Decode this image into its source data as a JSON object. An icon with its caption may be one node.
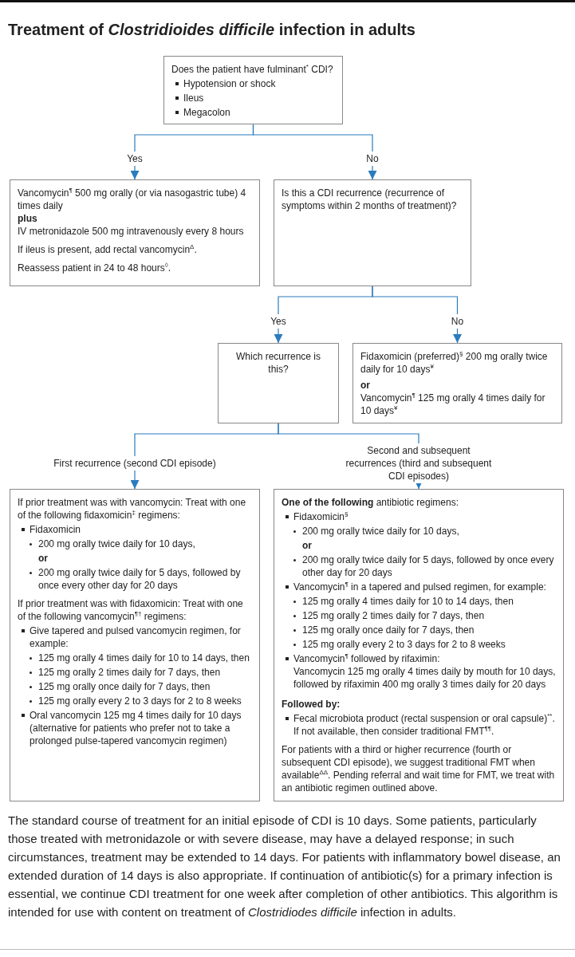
{
  "diagram": {
    "title": "Treatment of *Clostridioides difficile* infection in adults",
    "caption": "The standard course of treatment for an initial episode of CDI is 10 days. Some patients, particularly those treated with metronidazole or with severe disease, may have a delayed response; in such circumstances, treatment may be extended to 14 days. For patients with inflammatory bowel disease, an extended duration of 14 days is also appropriate. If continuation of antibiotic(s) for a primary infection is essential, we continue CDI treatment for one week after completion of other antibiotics. This algorithm is intended for use with content on treatment of *Clostridiodes difficile* infection in adults.",
    "nodes": [
      {
        "text": [
          "Does the patient have fulminant$^{*}$ CDI?",
          "Hypotension or shock",
          "Ileus",
          "Megacolon"
        ]
      },
      {
        "text": [
          "Vancomycin$^{¶}$ 500 mg orally (or via nasogastric tube) 4 times daily",
          "plus",
          "IV metronidazole 500 mg intravenously every 8 hours",
          "If ileus is present, add rectal vancomycin$^{Δ}$.",
          "Reassess patient in 24 to 48 hours$^{◊}$."
        ]
      },
      {
        "text": [
          "Is this a CDI recurrence (recurrence of symptoms within 2 months of treatment)?"
        ]
      },
      {
        "text": [
          "Which recurrence is this?"
        ]
      },
      {
        "text": [
          "Fidaxomicin (preferred)$^{§}$ 200 mg orally twice daily for 10 days$^{¥}$",
          "or",
          "Vancomycin$^{¶}$ 125 mg orally 4 times daily for 10 days$^{¥}$"
        ]
      },
      {
        "text": [
          "If prior treatment was with vancomycin: Treat with one of the following fidaxomicin$^{‡}$ regimens:",
          "Fidaxomicin",
          "200 mg orally twice daily for 10 days,",
          "or",
          "200 mg orally twice daily for 5 days, followed by once every other day for 20 days",
          "If prior treatment was with fidaxomicin: Treat with one of the following vancomycin$^{¶†}$ regimens:",
          "Give tapered and pulsed vancomycin regimen, for example:",
          "125 mg orally 4 times daily for 10 to 14 days, then",
          "125 mg orally 2 times daily for 7 days, then",
          "125 mg orally once daily for 7 days, then",
          "125 mg orally every 2 to 3 days for 2 to 8 weeks",
          "Oral vancomycin 125 mg 4 times daily for 10 days (alternative for patients who prefer not to take a prolonged pulse-tapered vancomycin regimen)"
        ]
      },
      {
        "text": [
          "**One of the following** antibiotic regimens:",
          "Fidaxomicin$^{§}$",
          "200 mg orally twice daily for 10 days,",
          "or",
          "200 mg orally twice daily for 5 days, followed by once every other day for 20 days",
          "Vancomycin$^{¶}$ in a tapered and pulsed regimen, for example:",
          "125 mg orally 4 times daily for 10 to 14 days, then",
          "125 mg orally 2 times daily for 7 days, then",
          "125 mg orally once daily for 7 days, then",
          "125 mg orally every 2 to 3 days for 2 to 8 weeks",
          "Vancomycin$^{¶}$ followed by rifaximin:",
          "Vancomycin 125 mg orally 4 times daily by mouth for 10 days, followed by rifaximin 400 mg orally 3 times daily for 20 days",
          "Followed by:",
          "Fecal microbiota product (rectal suspension or oral capsule)$^{**}$. If not available, then consider traditional FMT$^{¶¶}$.",
          "For patients with a third or higher recurrence (fourth or subsequent CDI episode), we suggest traditional FMT when available$^{ΔΔ}$. Pending referral and wait time for FMT, we treat with an antibiotic regimen outlined above."
        ]
      }
    ],
    "edges": [
      {
        "from": 0,
        "to": 1,
        "arrow": "to",
        "label": "Yes"
      },
      {
        "from": 0,
        "to": 2,
        "arrow": "to",
        "label": "No"
      },
      {
        "from": 2,
        "to": 3,
        "arrow": "to",
        "label": "Yes"
      },
      {
        "from": 2,
        "to": 4,
        "arrow": "to",
        "label": "No"
      },
      {
        "from": 3,
        "to": 5,
        "arrow": "to",
        "label": "First recurrence (second CDI episode)"
      },
      {
        "from": 3,
        "to": 6,
        "arrow": "to",
        "label": "Second and subsequent recurrences (third and subsequent CDI episodes)"
      }
    ]
  }
}
